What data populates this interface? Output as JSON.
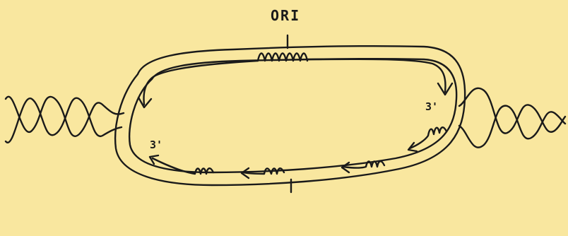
{
  "diagram": {
    "paper_color": "#f9e79f",
    "ink_color": "#1a1a1a",
    "labels": {
      "ori": "ORI",
      "three_prime_right": "3'",
      "three_prime_left": "3'"
    }
  }
}
